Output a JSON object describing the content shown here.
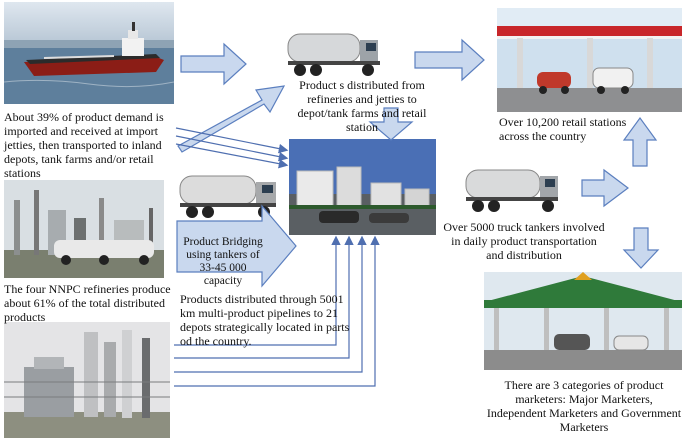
{
  "texts": {
    "import_note": "About 39%  of product demand is imported  and received at import jetties,  then transported to inland depots, tank farms and/or retail stations",
    "refineries_note": "The four NNPC refineries produce about 61% of the total distributed products",
    "distribution_note": "Product s distributed from refineries and jetties to depot/tank farms and  retail station",
    "retail_count_note": "Over 10,200 retail stations across the country",
    "trucks_note": "Over 5000 truck tankers involved in daily product transportation and distribution",
    "bridging_note": "Product Bridging using tankers of 33-45 000 capacity",
    "pipeline_note": "Products distributed through 5001  km multi-product pipelines to 21 depots strategically located in parts od the country.",
    "marketers_note": "There are 3 categories of product marketers:  Major Marketers, Independent Marketers and Government Marketers"
  },
  "colors": {
    "arrow_fill": "#c9d8ee",
    "arrow_stroke": "#5b7fbf",
    "line": "#4f6fb0",
    "sea": "#6f8fb0",
    "sky": "#e8eef5",
    "station_green": "#2f7a3a",
    "station_red": "#c8262a"
  },
  "icons": {
    "ship": "tanker-ship-photo",
    "truck": "fuel-tanker-truck-photo",
    "depot": "depot-tank-farm-photo",
    "refinery": "refinery-photo",
    "station": "retail-station-photo"
  }
}
